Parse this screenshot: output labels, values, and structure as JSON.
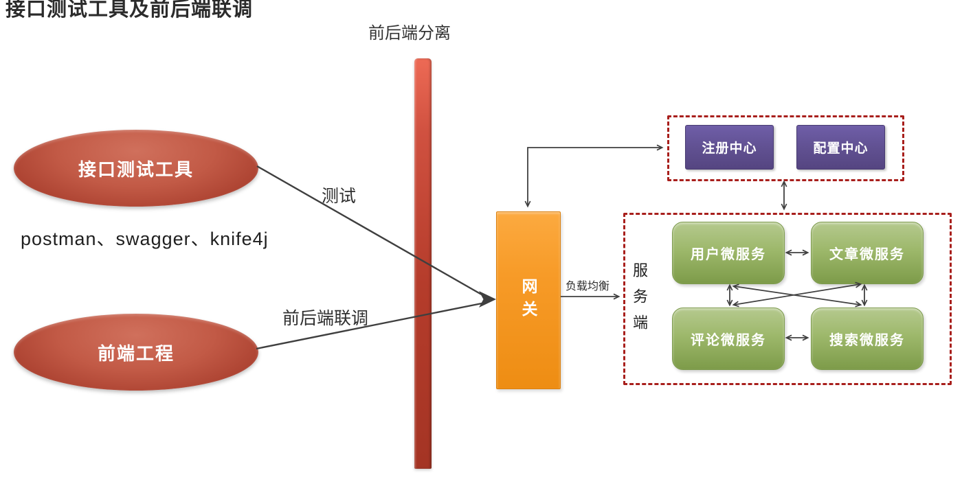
{
  "page": {
    "title": "接口测试工具及前后端联调"
  },
  "separator": {
    "label": "前后端分离"
  },
  "left_side": {
    "tools_ellipse_label": "接口测试工具",
    "tools_list": "postman、swagger、knife4j",
    "frontend_ellipse_label": "前端工程"
  },
  "edge_labels": {
    "test": "测试",
    "joint_debug": "前后端联调",
    "load_balance": "负载均衡"
  },
  "gateway": {
    "label": "网关"
  },
  "registry": {
    "boxes": [
      {
        "label": "注册中心"
      },
      {
        "label": "配置中心"
      }
    ]
  },
  "services": {
    "group_label": "服务端",
    "boxes": [
      {
        "label": "用户微服务"
      },
      {
        "label": "文章微服务"
      },
      {
        "label": "评论微服务"
      },
      {
        "label": "搜索微服务"
      }
    ]
  },
  "connections": [
    {
      "from": "接口测试工具",
      "to": "网关",
      "label": "测试",
      "bidirectional": false
    },
    {
      "from": "前端工程",
      "to": "网关",
      "label": "前后端联调",
      "bidirectional": false
    },
    {
      "from": "网关",
      "to": "注册中心/配置中心",
      "label": "",
      "bidirectional": true
    },
    {
      "from": "网关",
      "to": "服务端",
      "label": "负载均衡",
      "bidirectional": false
    },
    {
      "from": "注册中心/配置中心",
      "to": "服务端",
      "label": "",
      "bidirectional": true
    },
    {
      "from": "用户微服务",
      "to": "文章微服务",
      "label": "",
      "bidirectional": true
    },
    {
      "from": "评论微服务",
      "to": "搜索微服务",
      "label": "",
      "bidirectional": true
    },
    {
      "from": "用户微服务",
      "to": "评论微服务",
      "label": "",
      "bidirectional": true
    },
    {
      "from": "文章微服务",
      "to": "搜索微服务",
      "label": "",
      "bidirectional": true
    },
    {
      "from": "用户微服务",
      "to": "搜索微服务",
      "label": "",
      "bidirectional": true
    },
    {
      "from": "评论微服务",
      "to": "文章微服务",
      "label": "",
      "bidirectional": true
    }
  ],
  "colors": {
    "ellipse_red": "#b34a36",
    "bar_red": "#b53c2b",
    "gateway_orange": "#f79b28",
    "registry_purple": "#615192",
    "service_green": "#9db86b",
    "dashed_border_red": "#a81f1c",
    "arrow_gray": "#3f3f3f",
    "background": "#ffffff"
  }
}
